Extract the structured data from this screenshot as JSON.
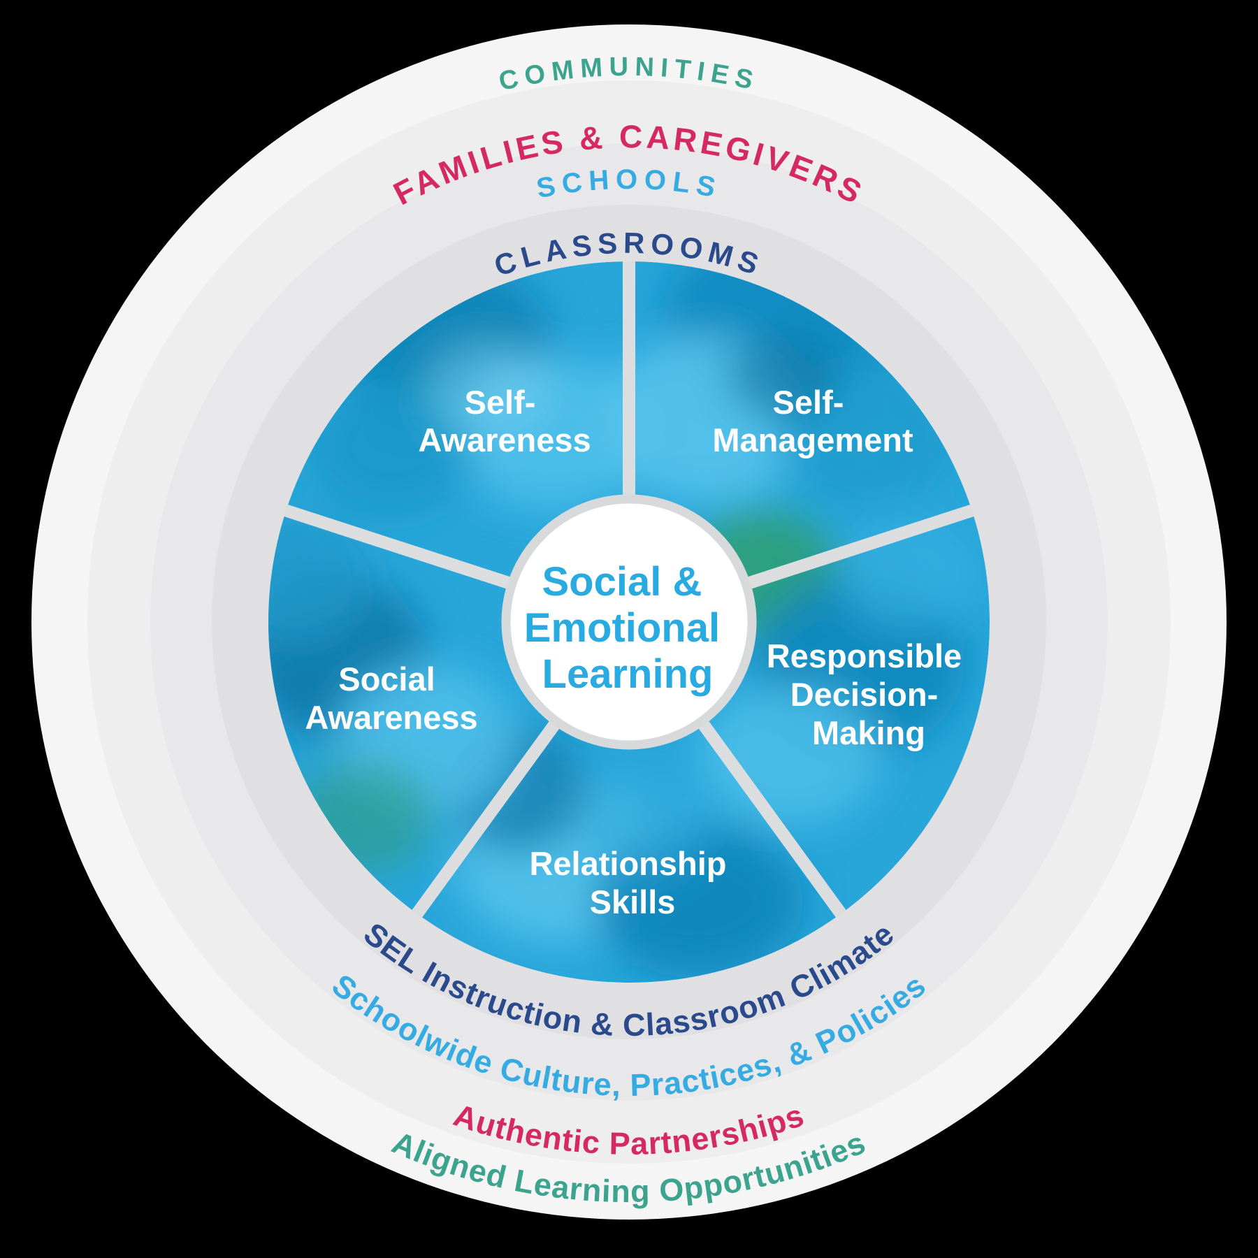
{
  "diagram": {
    "center": {
      "lines": [
        "Social &",
        "Emotional",
        "Learning"
      ],
      "color": "#29ABE2",
      "background": "#FFFFFF"
    },
    "wheel_color": "#28A6DA",
    "segment_text_color": "#FFFFFF",
    "segments": [
      {
        "name": "self-awareness",
        "lines": [
          "Self-",
          "Awareness"
        ]
      },
      {
        "name": "self-management",
        "lines": [
          "Self-",
          "Management"
        ]
      },
      {
        "name": "responsible-decision-making",
        "lines": [
          "Responsible",
          "Decision-",
          "Making"
        ]
      },
      {
        "name": "relationship-skills",
        "lines": [
          "Relationship",
          "Skills"
        ]
      },
      {
        "name": "social-awareness",
        "lines": [
          "Social",
          "Awareness"
        ]
      }
    ],
    "rings": [
      {
        "label": "COMMUNITIES",
        "label_color": "#3CA38E",
        "band_color": "#F5F5F6"
      },
      {
        "label": "FAMILIES & CAREGIVERS",
        "label_color": "#D42961",
        "band_color": "#EEEEEF"
      },
      {
        "label": "SCHOOLS",
        "label_color": "#36ABE2",
        "band_color": "#E8E8EA"
      },
      {
        "label": "CLASSROOMS",
        "label_color": "#2B4A8C",
        "band_color": "#E0E0E2"
      }
    ],
    "bottom_labels": [
      {
        "label": "SEL Instruction & Classroom Climate",
        "color": "#2B4A8C"
      },
      {
        "label": "Schoolwide Culture, Practices, & Policies",
        "color": "#36ABE2"
      },
      {
        "label": "Authentic Partnerships",
        "color": "#D42961"
      },
      {
        "label": "Aligned Learning Opportunities",
        "color": "#3CA38E"
      }
    ]
  }
}
